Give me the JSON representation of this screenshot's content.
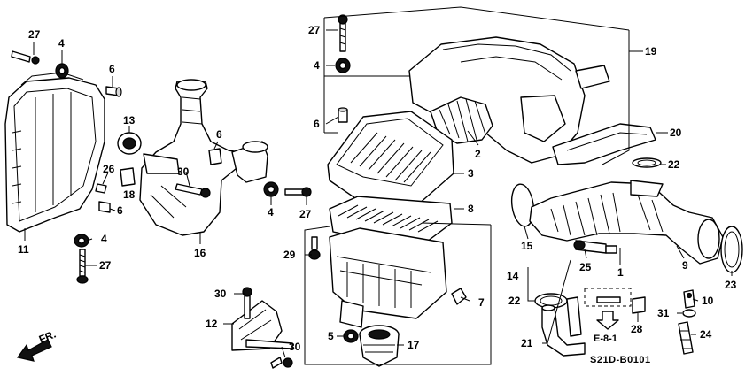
{
  "diagram_code": "S21D-B0101",
  "reference": "E-8-1",
  "direction_label": "FR.",
  "callouts": [
    {
      "id": "c27a",
      "text": "27"
    },
    {
      "id": "c4a",
      "text": "4"
    },
    {
      "id": "c6a",
      "text": "6"
    },
    {
      "id": "c13",
      "text": "13"
    },
    {
      "id": "c26",
      "text": "26"
    },
    {
      "id": "c18",
      "text": "18"
    },
    {
      "id": "c6b",
      "text": "6"
    },
    {
      "id": "c11",
      "text": "11"
    },
    {
      "id": "c4b",
      "text": "4"
    },
    {
      "id": "c27b",
      "text": "27"
    },
    {
      "id": "c6c",
      "text": "6"
    },
    {
      "id": "c30a",
      "text": "30"
    },
    {
      "id": "c16",
      "text": "16"
    },
    {
      "id": "c4c",
      "text": "4"
    },
    {
      "id": "c27c",
      "text": "27"
    },
    {
      "id": "c27d",
      "text": "27"
    },
    {
      "id": "c4d",
      "text": "4"
    },
    {
      "id": "c6d",
      "text": "6"
    },
    {
      "id": "c19",
      "text": "19"
    },
    {
      "id": "c2",
      "text": "2"
    },
    {
      "id": "c20",
      "text": "20"
    },
    {
      "id": "c22a",
      "text": "22"
    },
    {
      "id": "c3",
      "text": "3"
    },
    {
      "id": "c8",
      "text": "8"
    },
    {
      "id": "c15",
      "text": "15"
    },
    {
      "id": "c29",
      "text": "29"
    },
    {
      "id": "c14",
      "text": "14"
    },
    {
      "id": "c7",
      "text": "7"
    },
    {
      "id": "c30b",
      "text": "30"
    },
    {
      "id": "c12",
      "text": "12"
    },
    {
      "id": "c5",
      "text": "5"
    },
    {
      "id": "c17",
      "text": "17"
    },
    {
      "id": "c30c",
      "text": "30"
    },
    {
      "id": "c25",
      "text": "25"
    },
    {
      "id": "c1",
      "text": "1"
    },
    {
      "id": "c9",
      "text": "9"
    },
    {
      "id": "c23",
      "text": "23"
    },
    {
      "id": "c22b",
      "text": "22"
    },
    {
      "id": "c28",
      "text": "28"
    },
    {
      "id": "c10",
      "text": "10"
    },
    {
      "id": "c31",
      "text": "31"
    },
    {
      "id": "c21",
      "text": "21"
    },
    {
      "id": "c24",
      "text": "24"
    }
  ]
}
